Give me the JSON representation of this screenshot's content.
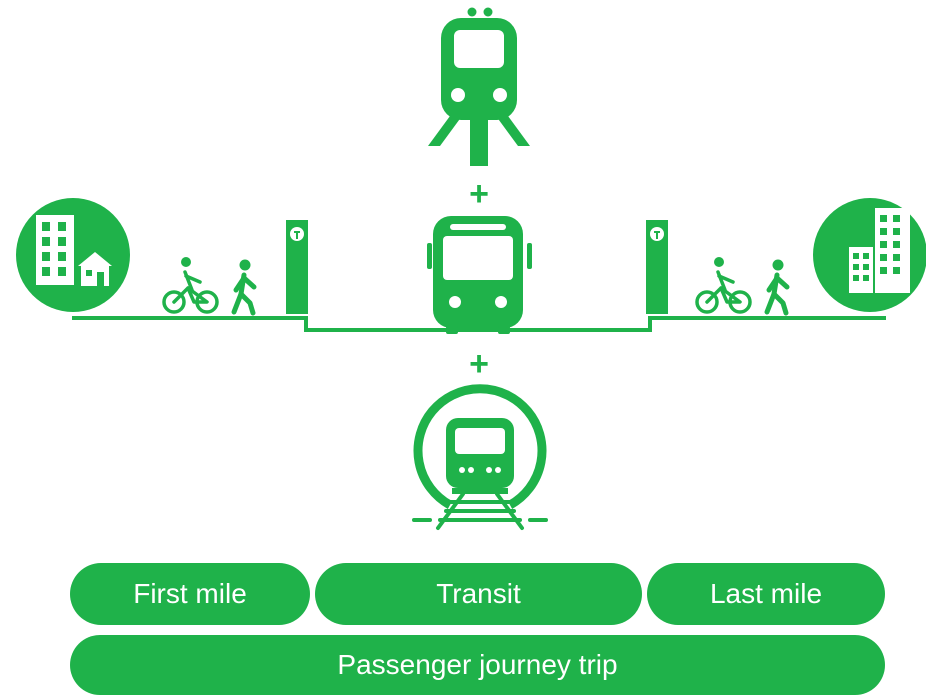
{
  "colors": {
    "accent": "#1fb24a",
    "background": "#ffffff"
  },
  "icons": {
    "top": "train-icon",
    "middle": "bus-icon",
    "bottom": "metro-tunnel-icon",
    "left_destination": "home-apartment-icon",
    "right_destination": "office-building-icon",
    "active_modes": [
      "bicycle-icon",
      "pedestrian-icon"
    ],
    "stop_marker": "transit-stop-sign-icon"
  },
  "symbols": {
    "plus_top": "+",
    "plus_bottom": "+"
  },
  "labels": {
    "first_mile": "First mile",
    "transit": "Transit",
    "last_mile": "Last mile",
    "journey": "Passenger journey trip"
  }
}
